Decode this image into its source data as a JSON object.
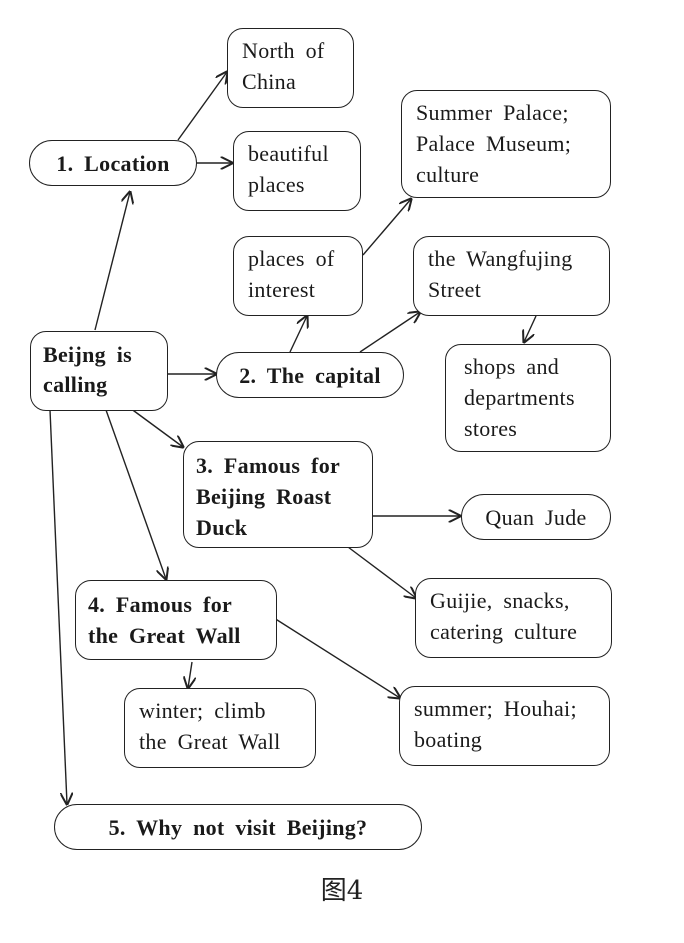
{
  "diagram": {
    "nodes": {
      "root": "Beijng is calling",
      "location": "1. Location",
      "north": "North of China",
      "beautiful": "beautiful places",
      "capital": "2. The capital",
      "interest": "places of interest",
      "summer_palace": "Summer Palace; Palace Museum; culture",
      "wangfujing": "the Wangfujing Street",
      "shops": "shops and departments stores",
      "duck": "3. Famous for Beijing Roast Duck",
      "quanjude": "Quan Jude",
      "guijie": "Guijie, snacks, catering culture",
      "wall": "4. Famous for the Great Wall",
      "winter": "winter; climb the Great Wall",
      "houhai": "summer; Houhai; boating",
      "visit": "5. Why not visit Beijing?"
    },
    "edges": [
      [
        "root",
        "location"
      ],
      [
        "location",
        "north"
      ],
      [
        "location",
        "beautiful"
      ],
      [
        "root",
        "capital"
      ],
      [
        "capital",
        "interest"
      ],
      [
        "interest",
        "summer_palace"
      ],
      [
        "capital",
        "wangfujing"
      ],
      [
        "wangfujing",
        "shops"
      ],
      [
        "root",
        "duck"
      ],
      [
        "duck",
        "quanjude"
      ],
      [
        "duck",
        "guijie"
      ],
      [
        "root",
        "wall"
      ],
      [
        "wall",
        "winter"
      ],
      [
        "wall",
        "houhai"
      ],
      [
        "root",
        "visit"
      ]
    ]
  },
  "caption": "图4"
}
